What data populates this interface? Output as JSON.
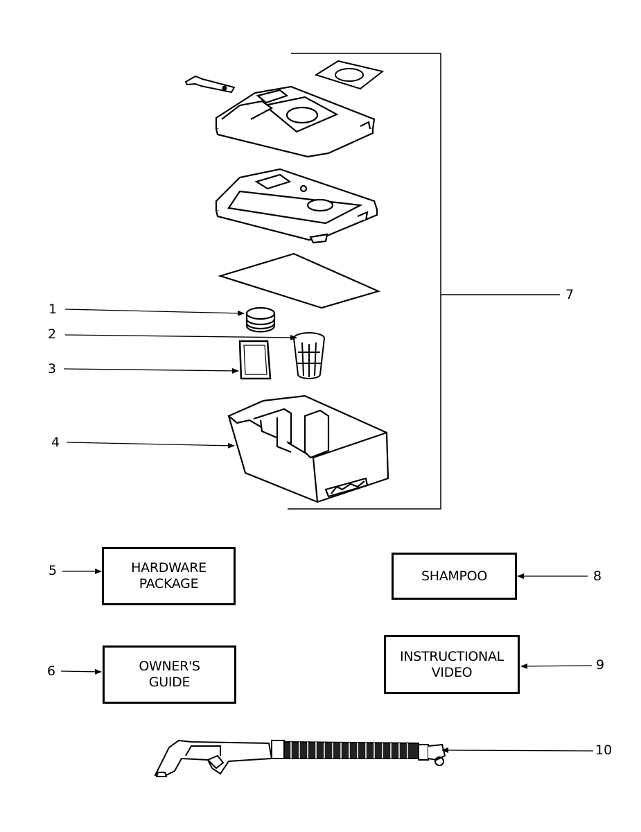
{
  "callouts": {
    "c1": "1",
    "c2": "2",
    "c3": "3",
    "c4": "4",
    "c5": "5",
    "c6": "6",
    "c7": "7",
    "c8": "8",
    "c9": "9",
    "c10": "10"
  },
  "boxes": {
    "hardware_line1": "HARDWARE",
    "hardware_line2": "PACKAGE",
    "owners_line1": "OWNER'S",
    "owners_line2": "GUIDE",
    "shampoo": "SHAMPOO",
    "video_line1": "INSTRUCTIONAL",
    "video_line2": "VIDEO"
  },
  "parts": [
    "bracket-icon",
    "gasket-icon",
    "tank-lid-icon",
    "tank-cover-icon",
    "filter-sheet-icon",
    "float-icon",
    "strainer-icon",
    "filter-screen-icon",
    "tank-base-icon",
    "hose-tool-icon"
  ]
}
